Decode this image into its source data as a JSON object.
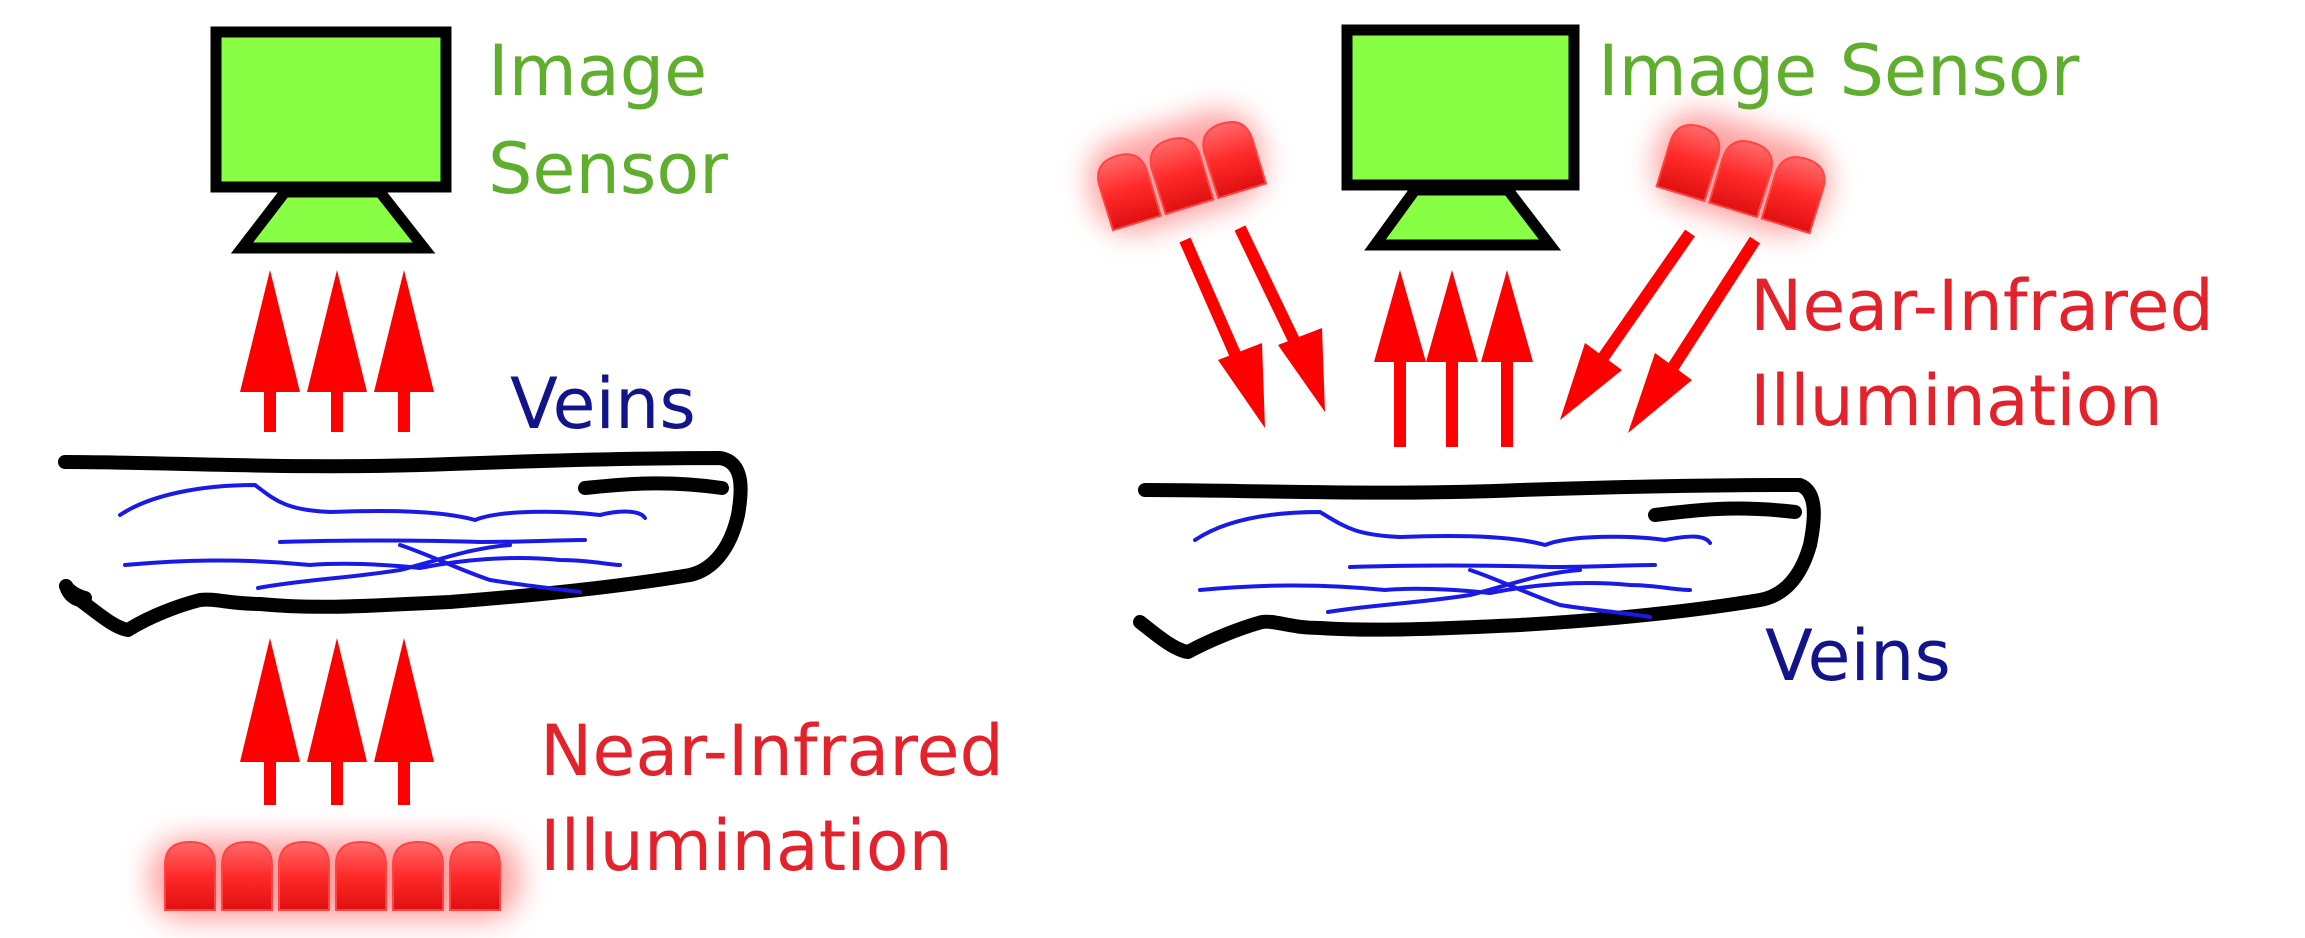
{
  "colors": {
    "sensor_fill": "#88ff44",
    "sensor_text": "#5fae2e",
    "illumination_text": "#e3222c",
    "veins_text": "#14148a",
    "vein_lines": "#1a1ae6",
    "arrows": "#ff0000",
    "led": "#ff2a2a"
  },
  "left_panel": {
    "sensor_label_line1": "Image",
    "sensor_label_line2": "Sensor",
    "veins_label": "Veins",
    "illumination_label_line1": "Near-Infrared",
    "illumination_label_line2": "Illumination"
  },
  "right_panel": {
    "sensor_label": "Image Sensor",
    "veins_label": "Veins",
    "illumination_label_line1": "Near-Infrared",
    "illumination_label_line2": "Illumination"
  },
  "icons": [
    "image-sensor-icon",
    "led-icon",
    "finger-outline",
    "arrow-icon"
  ]
}
